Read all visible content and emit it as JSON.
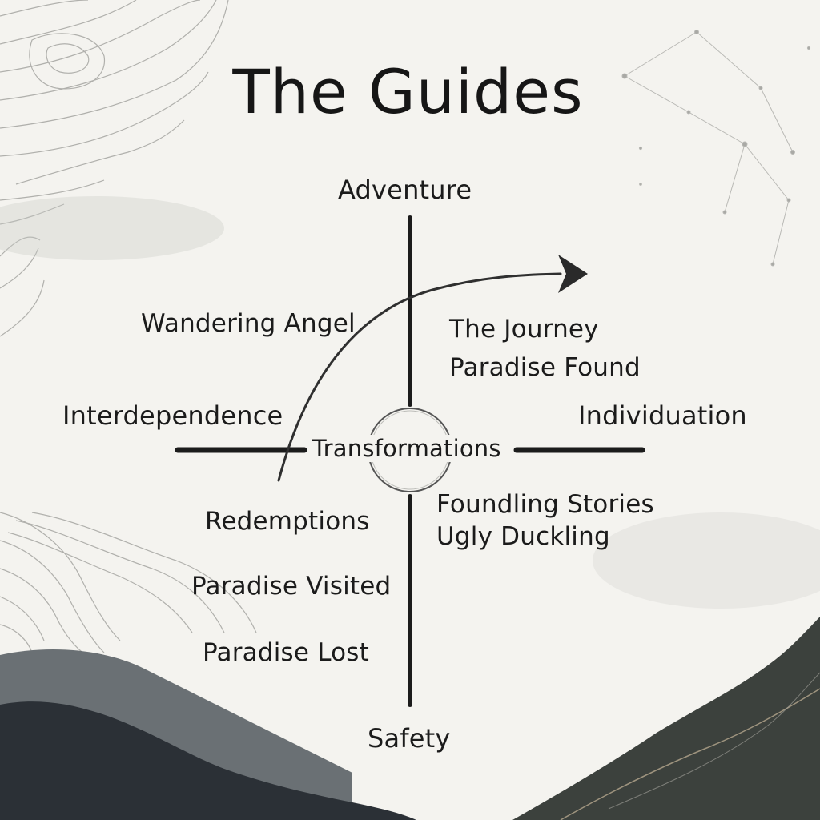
{
  "diagram": {
    "title": "The Guides",
    "axes": {
      "top": "Adventure",
      "bottom": "Safety",
      "left": "Interdependence",
      "right": "Individuation"
    },
    "center": "Transformations",
    "quadrants": {
      "top_left": [
        "Wandering Angel"
      ],
      "top_right": [
        "The Journey",
        "Paradise Found"
      ],
      "bottom_right": [
        "Foundling Stories",
        "Ugly Duckling"
      ],
      "bottom_left": [
        "Redemptions",
        "Paradise Visited",
        "Paradise Lost"
      ]
    },
    "colors": {
      "background": "#f4f3ef",
      "ink": "#1b1b1b",
      "mountain_dark": "#2b3036",
      "mountain_mid": "#5e6468",
      "mountain_right": "#3c413d"
    }
  }
}
